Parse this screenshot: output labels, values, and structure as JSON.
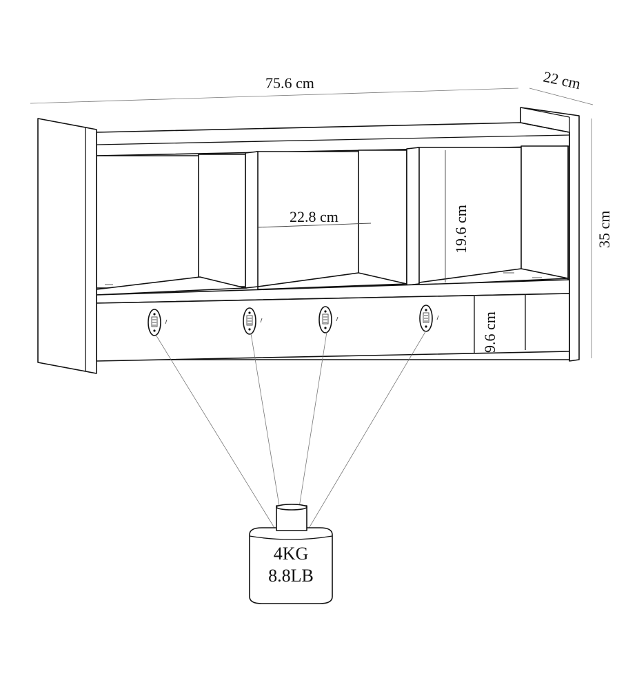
{
  "dimensions": {
    "width": "75.6 cm",
    "depth": "22 cm",
    "height": "35 cm",
    "compartment_width": "22.8 cm",
    "compartment_height": "19.6 cm",
    "hook_rail_height": "9.6 cm"
  },
  "load": {
    "kg": "4KG",
    "lb": "8.8LB"
  },
  "hooks": [
    {
      "icon": "hook-icon"
    },
    {
      "icon": "hook-icon"
    },
    {
      "icon": "hook-icon"
    },
    {
      "icon": "hook-icon"
    }
  ],
  "colors": {
    "line": "#111111",
    "background": "#ffffff"
  }
}
